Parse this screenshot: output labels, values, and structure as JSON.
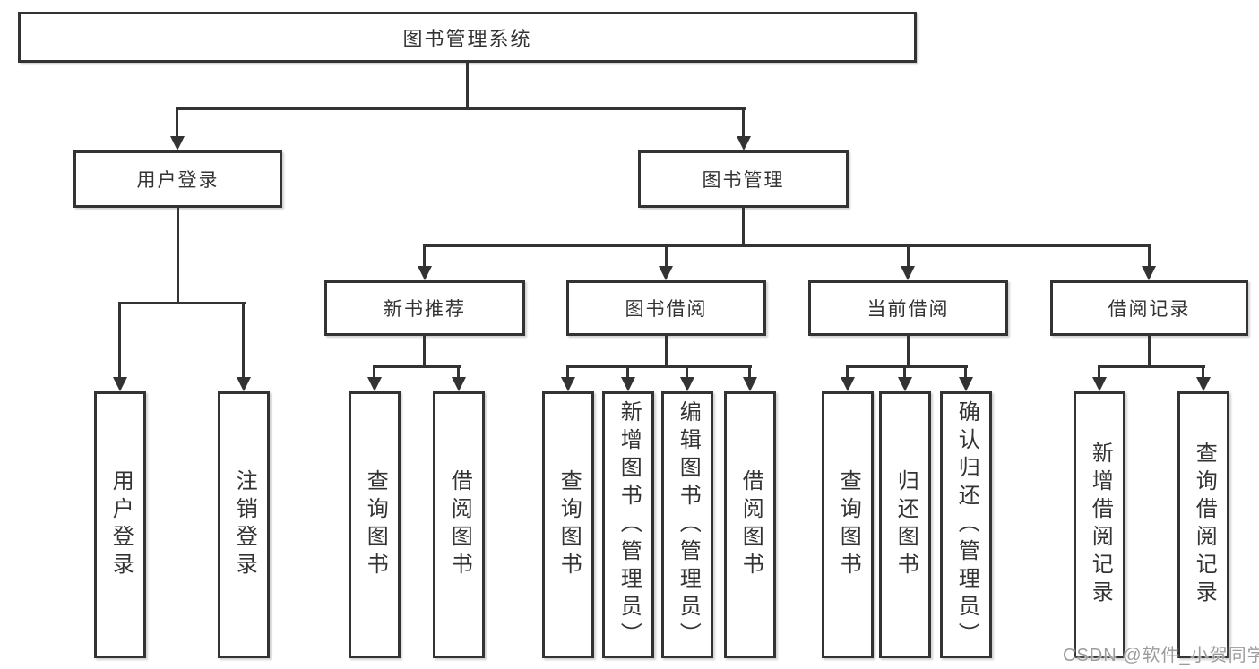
{
  "diagram": {
    "type": "hierarchy-tree",
    "title": "图书管理系统",
    "watermark": "CSDN @软件_小贺同学",
    "colors": {
      "line": "#333333",
      "text": "#333333",
      "box_background": "#ffffff",
      "page_background": "#ffffff",
      "watermark": "#9c9c9c"
    },
    "nodes": {
      "root": {
        "label": "图书管理系统"
      },
      "level2": [
        {
          "key": "user-login",
          "label": "用户登录",
          "parent": "root"
        },
        {
          "key": "book-management",
          "label": "图书管理",
          "parent": "root"
        }
      ],
      "level3": [
        {
          "key": "new-book-recommend",
          "label": "新书推荐",
          "parent": "book-management"
        },
        {
          "key": "book-borrowing",
          "label": "图书借阅",
          "parent": "book-management"
        },
        {
          "key": "current-borrowing",
          "label": "当前借阅",
          "parent": "book-management"
        },
        {
          "key": "borrowing-records",
          "label": "借阅记录",
          "parent": "book-management"
        }
      ],
      "leaves": [
        {
          "key": "user-login-leaf",
          "label": "用户登录",
          "parent": "user-login"
        },
        {
          "key": "logout",
          "label": "注销登录",
          "parent": "user-login"
        },
        {
          "key": "query-books-1",
          "label": "查询图书",
          "parent": "new-book-recommend"
        },
        {
          "key": "borrow-books-1",
          "label": "借阅图书",
          "parent": "new-book-recommend"
        },
        {
          "key": "query-books-2",
          "label": "查询图书",
          "parent": "book-borrowing"
        },
        {
          "key": "add-books-admin",
          "label": "新增图书（管理员）",
          "parent": "book-borrowing"
        },
        {
          "key": "edit-books-admin",
          "label": "编辑图书（管理员）",
          "parent": "book-borrowing"
        },
        {
          "key": "borrow-books-2",
          "label": "借阅图书",
          "parent": "book-borrowing"
        },
        {
          "key": "query-books-3",
          "label": "查询图书",
          "parent": "current-borrowing"
        },
        {
          "key": "return-books",
          "label": "归还图书",
          "parent": "current-borrowing"
        },
        {
          "key": "confirm-return-admin",
          "label": "确认归还（管理员）",
          "parent": "current-borrowing"
        },
        {
          "key": "add-borrow-record",
          "label": "新增借阅记录",
          "parent": "borrowing-records"
        },
        {
          "key": "query-borrow-record",
          "label": "查询借阅记录",
          "parent": "borrowing-records"
        }
      ]
    }
  }
}
